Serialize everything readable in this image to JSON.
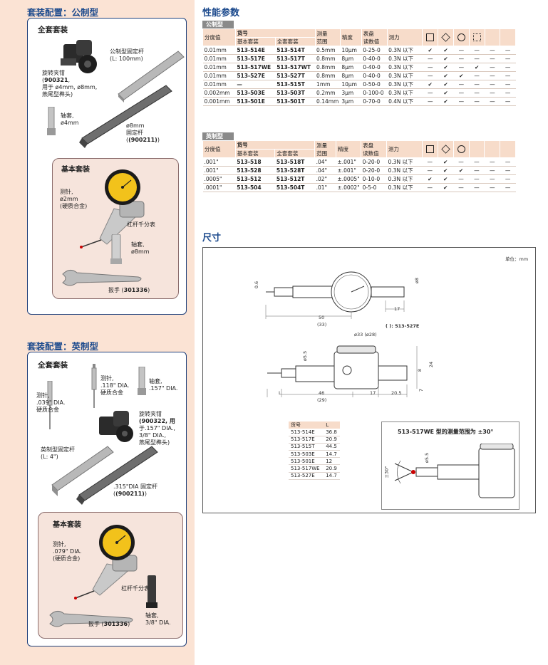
{
  "metric_kit": {
    "heading": "套装配置：公制型",
    "full_set_title": "全套套装",
    "clamp_label": [
      "旋转夹钳",
      "900321",
      "用于 ø4mm, ø8mm,",
      "燕尾型榫头)"
    ],
    "rod_label": [
      "公制型固定杆",
      "(L: 100mm)"
    ],
    "sleeve_label": [
      "轴套,",
      "ø4mm"
    ],
    "rod8_label": [
      "ø8mm",
      "固定杆",
      "(900211)"
    ],
    "basic_title": "基本套装",
    "stylus_label": [
      "测针,",
      "ø2mm",
      "(硬质合金)"
    ],
    "indicator_label": "杠杆千分表",
    "sleeve8_label": [
      "轴套,",
      "ø8mm"
    ],
    "wrench_label": [
      "扳手 (",
      "301336",
      ")"
    ]
  },
  "inch_kit": {
    "heading": "套装配置：英制型",
    "full_set_title": "全套套装",
    "stylus_a_label": [
      "测针,",
      ".118\" DIA.",
      "硬质合金"
    ],
    "sleeve_a_label": [
      "轴套,",
      ".157\" DIA."
    ],
    "stylus_b_label": [
      "测针,",
      ".039\" DIA.",
      "硬质合金"
    ],
    "clamp_label": [
      "旋转夹钳",
      "(900322, 用",
      "于.157\" DIA.,",
      "3/8\" DIA.,",
      "燕尾型榫头)"
    ],
    "rod_label": [
      "英制型固定杆",
      "(L: 4\")"
    ],
    "rod315_label": [
      ".315\"DIA 固定杆",
      "(900211)"
    ],
    "basic_title": "基本套装",
    "stylus_label": [
      "测针,",
      ".079\" DIA.",
      "(硬质合金)"
    ],
    "indicator_label": "杠杆千分表",
    "wrench_label": [
      "扳手 (",
      "301336",
      ")"
    ],
    "sleeve_label": [
      "轴套,",
      "3/8\" DIA."
    ]
  },
  "specs": {
    "heading": "性能参数",
    "metric_tag": "公制型",
    "inch_tag": "英制型",
    "headers": {
      "graduation": "分度值",
      "code_no": "货号",
      "basic": "基本套装",
      "full": "全套套装",
      "range": [
        "测量",
        "范围"
      ],
      "accuracy": "精度",
      "dial": [
        "表盘",
        "读数值"
      ],
      "force": "测力"
    },
    "metric_rows": [
      {
        "grad": "0.01mm",
        "basic": "513-514E",
        "full": "513-514T",
        "range": "0.5mm",
        "acc": "10μm",
        "dial": "0-25-0",
        "force": "0.3N 以下",
        "marks": [
          "✔",
          "✔",
          "—",
          "—",
          "—",
          "—"
        ]
      },
      {
        "grad": "0.01mm",
        "basic": "513-517E",
        "full": "513-517T",
        "range": "0.8mm",
        "acc": "8μm",
        "dial": "0-40-0",
        "force": "0.3N 以下",
        "marks": [
          "—",
          "✔",
          "—",
          "—",
          "—",
          "—"
        ]
      },
      {
        "grad": "0.01mm",
        "basic": "513-517WE",
        "full": "513-517WT",
        "range": "0.8mm",
        "acc": "8μm",
        "dial": "0-40-0",
        "force": "0.3N 以下",
        "marks": [
          "—",
          "✔",
          "—",
          "✔",
          "—",
          "—"
        ]
      },
      {
        "grad": "0.01mm",
        "basic": "513-527E",
        "full": "513-527T",
        "range": "0.8mm",
        "acc": "8μm",
        "dial": "0-40-0",
        "force": "0.3N 以下",
        "marks": [
          "—",
          "✔",
          "✔",
          "—",
          "—",
          "—"
        ]
      },
      {
        "grad": "0.01mm",
        "basic": "—",
        "full": "513-515T",
        "range": "1mm",
        "acc": "10μm",
        "dial": "0-50-0",
        "force": "0.3N 以下",
        "marks": [
          "✔",
          "✔",
          "—",
          "—",
          "—",
          "—"
        ]
      },
      {
        "grad": "0.002mm",
        "basic": "513-503E",
        "full": "513-503T",
        "range": "0.2mm",
        "acc": "3μm",
        "dial": "0-100-0",
        "force": "0.3N 以下",
        "marks": [
          "—",
          "✔",
          "—",
          "—",
          "—",
          "—"
        ]
      },
      {
        "grad": "0.001mm",
        "basic": "513-501E",
        "full": "513-501T",
        "range": "0.14mm",
        "acc": "3μm",
        "dial": "0-70-0",
        "force": "0.4N 以下",
        "marks": [
          "—",
          "✔",
          "—",
          "—",
          "—",
          "—"
        ]
      }
    ],
    "inch_rows": [
      {
        "grad": ".001\"",
        "basic": "513-518",
        "full": "513-518T",
        "range": ".04\"",
        "acc": "±.001\"",
        "dial": "0-20-0",
        "force": "0.3N 以下",
        "marks": [
          "—",
          "✔",
          "—",
          "—",
          "—",
          "—"
        ]
      },
      {
        "grad": ".001\"",
        "basic": "513-528",
        "full": "513-528T",
        "range": ".04\"",
        "acc": "±.001\"",
        "dial": "0-20-0",
        "force": "0.3N 以下",
        "marks": [
          "—",
          "✔",
          "✔",
          "—",
          "—",
          "—"
        ]
      },
      {
        "grad": ".0005\"",
        "basic": "513-512",
        "full": "513-512T",
        "range": ".02\"",
        "acc": "±.0005\"",
        "dial": "0-10-0",
        "force": "0.3N 以下",
        "marks": [
          "✔",
          "✔",
          "—",
          "—",
          "—",
          "—"
        ]
      },
      {
        "grad": ".0001\"",
        "basic": "513-504",
        "full": "513-504T",
        "range": ".01\"",
        "acc": "±.0002\"",
        "dial": "0-5-0",
        "force": "0.3N 以下",
        "marks": [
          "—",
          "✔",
          "—",
          "—",
          "—",
          "—"
        ]
      }
    ]
  },
  "dimensions": {
    "heading": "尺寸",
    "unit": "单位：mm",
    "d_06": "0.6",
    "d_8": "ø8",
    "d_50": "50",
    "d_33": "(33)",
    "d_17": "17",
    "d_527e_note": "(   ): 513-527E",
    "d_dial": "ø33 (ø28)",
    "d_stem": "ø5.5",
    "d_24": "24",
    "d_8b": "8",
    "d_7": "7",
    "d_L": "L",
    "d_46": "46",
    "d_29": "(29)",
    "d_17b": "17",
    "d_205": "20.5",
    "l_table_header": [
      "货号",
      "L"
    ],
    "l_table_rows": [
      [
        "513-514E",
        "36.8"
      ],
      [
        "513-517E",
        "20.9"
      ],
      [
        "513-515T",
        "44.5"
      ],
      [
        "513-503E",
        "14.7"
      ],
      [
        "513-501E",
        "12"
      ],
      [
        "513-517WE",
        "20.9"
      ],
      [
        "513-527E",
        "14.7"
      ]
    ],
    "range_title": "513-517WE 型的测量范围为 ±30°",
    "range_angle": "±30°",
    "range_stem": "ø5.5"
  }
}
